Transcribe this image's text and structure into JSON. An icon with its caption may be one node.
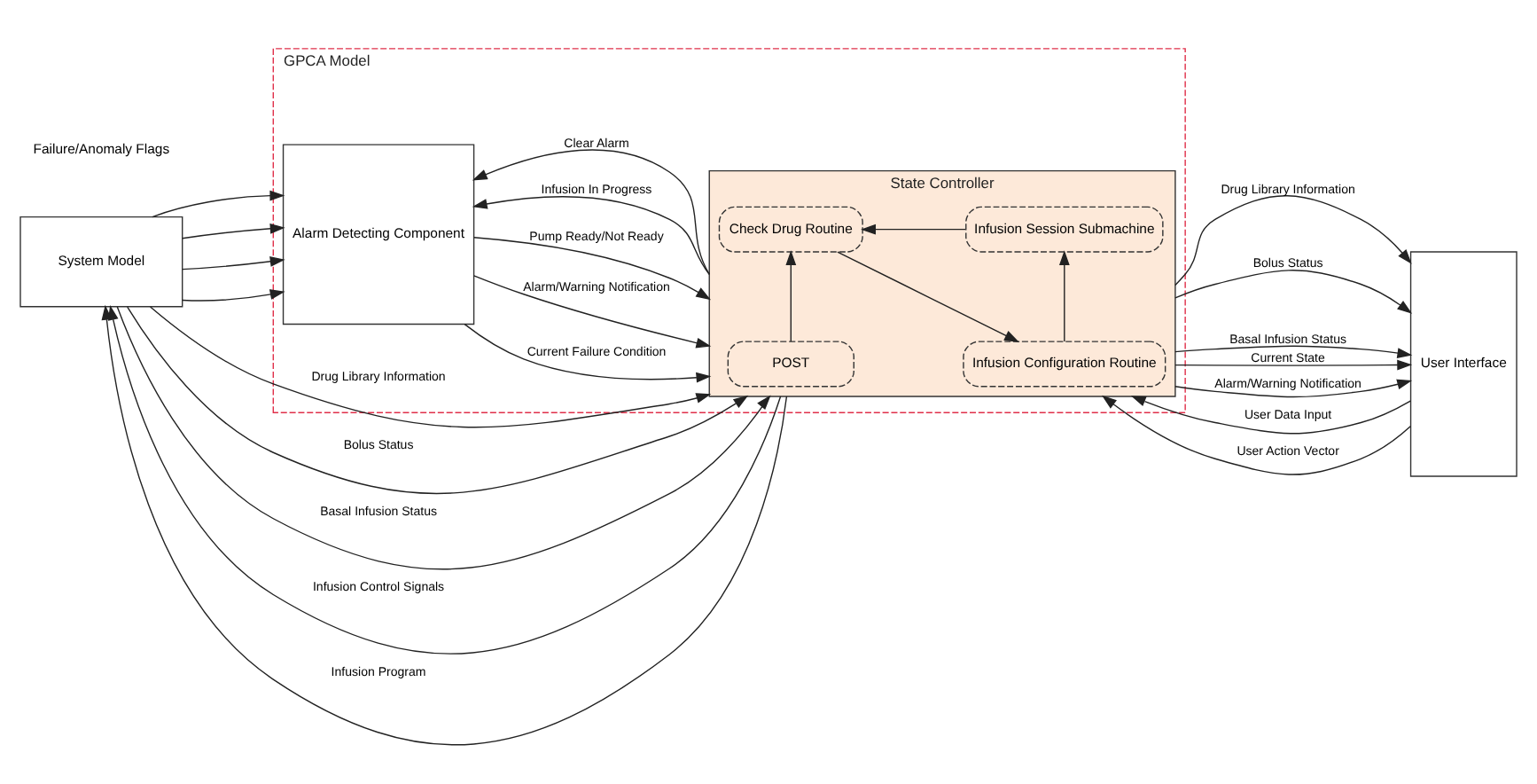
{
  "diagram": {
    "nodes": [
      {
        "text": [
          "GPCA Model"
        ]
      },
      {
        "text": [
          "Alarm Detecting Component"
        ],
        "in": 0
      },
      {
        "text": [
          "State Controller"
        ],
        "in": 0
      },
      {
        "text": [
          "POST"
        ],
        "in": 2
      },
      {
        "text": [
          "Infusion Session Submachine"
        ],
        "in": 2
      },
      {
        "text": [
          "Check Drug Routine"
        ],
        "in": 2
      },
      {
        "text": [
          "Infusion Configuration Routine"
        ],
        "in": 2
      },
      {
        "text": [
          "User Interface"
        ]
      },
      {
        "text": [
          "System Model"
        ]
      }
    ],
    "edges": [
      {
        "from": 1,
        "to": 2,
        "arrow": "to",
        "label": "Current Failure Condition"
      },
      {
        "from": 1,
        "to": 2,
        "arrow": "to",
        "label": "Alarm/Warning Notification"
      },
      {
        "from": 1,
        "to": 2,
        "arrow": "to",
        "label": "Pump Ready/Not Ready"
      },
      {
        "from": 2,
        "to": 1,
        "arrow": "to",
        "label": "Infusion In Progress"
      },
      {
        "from": 2,
        "to": 1,
        "arrow": "to",
        "label": "Clear Alarm"
      },
      {
        "from": 3,
        "to": 5,
        "arrow": "to"
      },
      {
        "from": 4,
        "to": 5,
        "arrow": "to"
      },
      {
        "from": 5,
        "to": 6,
        "arrow": "to"
      },
      {
        "from": 6,
        "to": 4,
        "arrow": "to"
      },
      {
        "from": 2,
        "to": 7,
        "arrow": "to",
        "label": "Drug Library Information"
      },
      {
        "from": 2,
        "to": 7,
        "arrow": "to",
        "label": "Bolus Status"
      },
      {
        "from": 2,
        "to": 7,
        "arrow": "to",
        "label": "Basal Infusion Status"
      },
      {
        "from": 2,
        "to": 7,
        "arrow": "to",
        "label": "Current State"
      },
      {
        "from": 2,
        "to": 7,
        "arrow": "to",
        "label": "Alarm/Warning Notification"
      },
      {
        "from": 7,
        "to": 2,
        "arrow": "to",
        "label": "User Data Input"
      },
      {
        "from": 7,
        "to": 2,
        "arrow": "to",
        "label": "User Action Vector"
      },
      {
        "from": 8,
        "to": 1,
        "arrow": "to"
      },
      {
        "from": 8,
        "to": 1,
        "arrow": "to"
      },
      {
        "from": 8,
        "to": 1,
        "arrow": "to"
      },
      {
        "from": 8,
        "to": 1,
        "arrow": "to"
      },
      {
        "from": 8,
        "to": 2,
        "arrow": "to",
        "label": "Drug Library Information"
      },
      {
        "from": 8,
        "to": 2,
        "arrow": "to",
        "label": "Bolus Status"
      },
      {
        "from": 8,
        "to": 2,
        "arrow": "to",
        "label": "Basal Infusion Status"
      },
      {
        "from": 2,
        "to": 8,
        "arrow": "to",
        "label": "Infusion Control Signals"
      },
      {
        "from": 2,
        "to": 8,
        "arrow": "to",
        "label": "Infusion Program"
      }
    ],
    "labels": [
      "Failure/Anomaly Flags"
    ]
  }
}
